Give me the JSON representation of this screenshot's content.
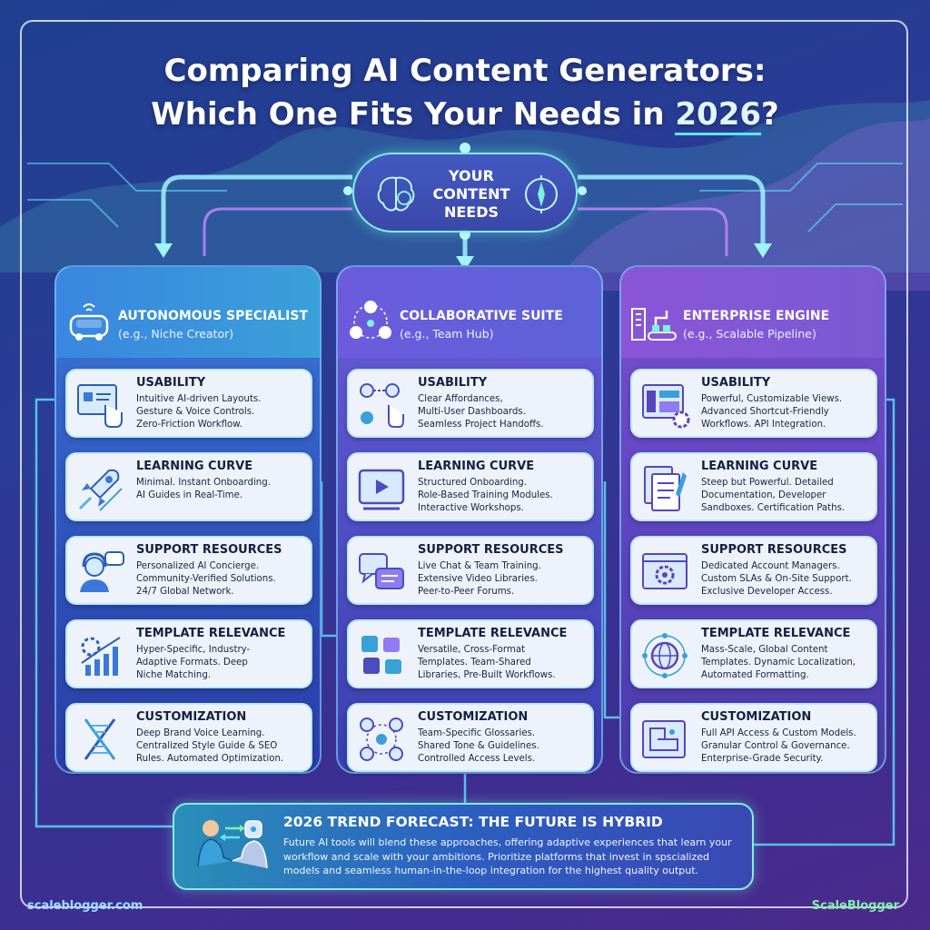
{
  "title": {
    "line1": "Comparing AI Content Generators:",
    "line2_prefix": "Which One Fits Your Needs in ",
    "year": "2026",
    "line2_suffix": "?"
  },
  "hub": {
    "label": "YOUR CONTENT NEEDS"
  },
  "columns": [
    {
      "title": "AUTONOMOUS SPECIALIST",
      "subtitle": "(e.g., Niche Creator)",
      "icon": "autonomous-car-icon",
      "cards": [
        {
          "title": "USABILITY",
          "body": "Intuitive AI-driven Layouts.\nGesture & Voice Controls.\nZero-Friction Workflow.",
          "icon": "touch-screen-icon"
        },
        {
          "title": "LEARNING CURVE",
          "body": "Minimal. Instant Onboarding.\nAI Guides in Real-Time.",
          "icon": "rocket-icon"
        },
        {
          "title": "SUPPORT RESOURCES",
          "body": "Personalized AI Concierge.\nCommunity-Verified Solutions.\n24/7 Global Network.",
          "icon": "headset-agent-icon"
        },
        {
          "title": "TEMPLATE RELEVANCE",
          "body": "Hyper-Specific, Industry-\nAdaptive Formats. Deep\nNiche Matching.",
          "icon": "growth-chart-gear-icon"
        },
        {
          "title": "CUSTOMIZATION",
          "body": "Deep Brand Voice Learning.\nCentralized Style Guide & SEO\nRules. Automated Optimization.",
          "icon": "dna-icon"
        }
      ]
    },
    {
      "title": "COLLABORATIVE SUITE",
      "subtitle": "(e.g., Team Hub)",
      "icon": "team-network-icon",
      "cards": [
        {
          "title": "USABILITY",
          "body": "Clear Affordances,\nMulti-User Dashboards.\nSeamless Project Handoffs.",
          "icon": "user-flow-icon"
        },
        {
          "title": "LEARNING CURVE",
          "body": "Structured Onboarding.\nRole-Based Training Modules.\nInteractive Workshops.",
          "icon": "video-player-icon"
        },
        {
          "title": "SUPPORT RESOURCES",
          "body": "Live Chat & Team Training.\nExtensive Video Libraries.\nPeer-to-Peer Forums.",
          "icon": "chat-bubbles-icon"
        },
        {
          "title": "TEMPLATE RELEVANCE",
          "body": "Versatile, Cross-Format\nTemplates. Team-Shared\nLibraries, Pre-Built Workflows.",
          "icon": "puzzle-icon"
        },
        {
          "title": "CUSTOMIZATION",
          "body": "Team-Specific Glossaries.\nShared Tone & Guidelines.\nControlled Access Levels.",
          "icon": "shared-users-icon"
        }
      ]
    },
    {
      "title": "ENTERPRISE ENGINE",
      "subtitle": "(e.g., Scalable Pipeline)",
      "icon": "factory-pipeline-icon",
      "cards": [
        {
          "title": "USABILITY",
          "body": "Powerful, Customizable Views.\nAdvanced Shortcut-Friendly\nWorkflows. API Integration.",
          "icon": "dashboard-gear-icon"
        },
        {
          "title": "LEARNING CURVE",
          "body": "Steep but Powerful. Detailed\nDocumentation, Developer\nSandboxes. Certification Paths.",
          "icon": "documents-pen-icon"
        },
        {
          "title": "SUPPORT RESOURCES",
          "body": "Dedicated Account Managers.\nCustom SLAs & On-Site Support.\nExclusive Developer Access.",
          "icon": "browser-gear-icon"
        },
        {
          "title": "TEMPLATE RELEVANCE",
          "body": "Mass-Scale, Global Content\nTemplates. Dynamic Localization,\nAutomated Formatting.",
          "icon": "globe-network-icon"
        },
        {
          "title": "CUSTOMIZATION",
          "body": "Full API Access & Custom Models.\nGranular Control & Governance.\nEnterprise-Grade Security.",
          "icon": "blueprint-icon"
        }
      ]
    }
  ],
  "forecast": {
    "title": "2026 TREND FORECAST: THE FUTURE IS HYBRID",
    "body": "Future AI tools will blend these approaches, offering adaptive experiences that learn your workflow and scale with your ambitions. Prioritize platforms that invest in spscialized models and seamless human-in-the-loop integration for the highest quality output.",
    "icon": "human-robot-handshake-icon"
  },
  "footer": {
    "left": "scaleblogger.com",
    "right": "ScaleBlogger"
  },
  "colors": {
    "accent": "#5fe6ff",
    "glow": "#7ff0e0",
    "card": "#eef3fb"
  }
}
